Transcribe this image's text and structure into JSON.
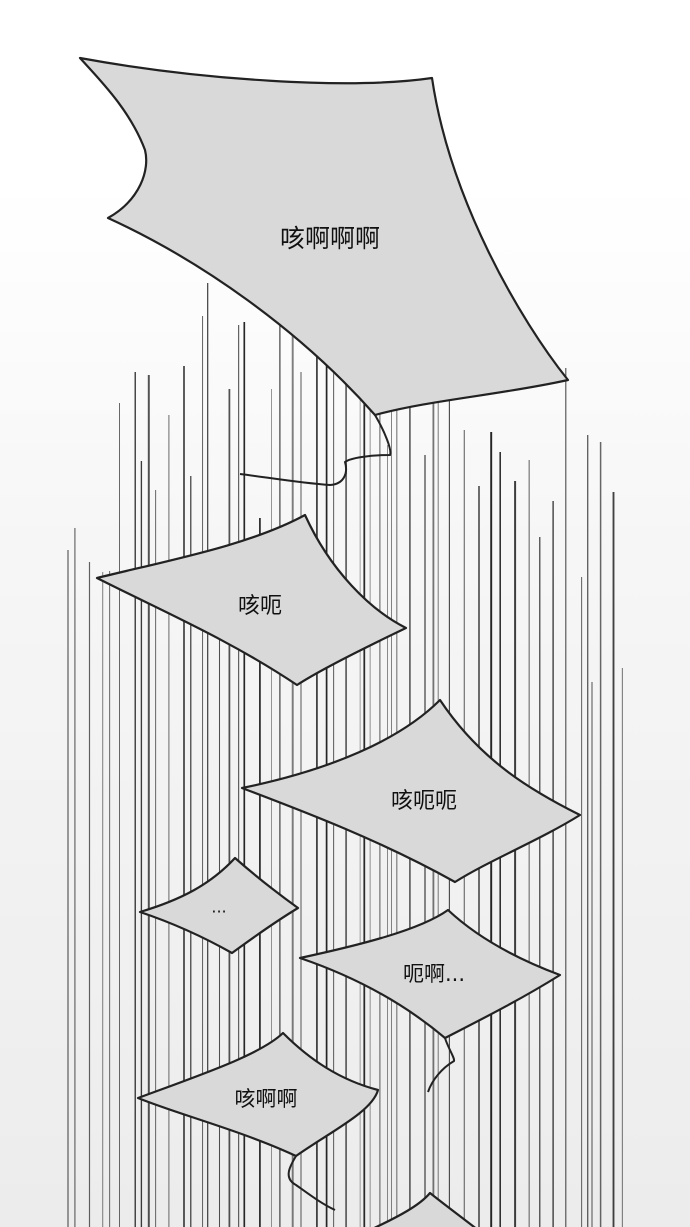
{
  "panel": {
    "bubbles": [
      {
        "text": "咳啊啊啊"
      },
      {
        "text": "咳呃"
      },
      {
        "text": "咳呃呃"
      },
      {
        "text": "..."
      },
      {
        "text": "呃啊..."
      },
      {
        "text": "咳啊啊"
      }
    ]
  },
  "colors": {
    "bubble_fill": "#d9d9d9",
    "outline": "#222222",
    "speed_lines": "#1a1a1a"
  }
}
